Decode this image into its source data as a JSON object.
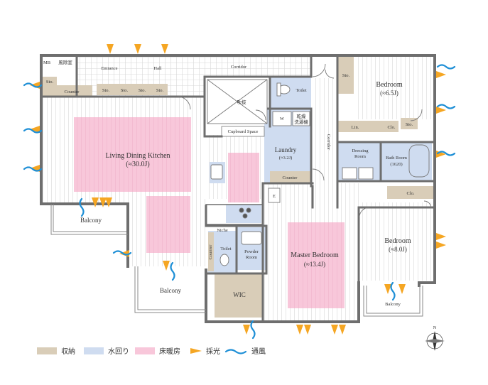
{
  "rooms": {
    "ldk_name": "Living Dining Kitchen",
    "ldk_size": "(≈30.0J)",
    "bedroom1_name": "Bedroom",
    "bedroom1_size": "(≈6.5J)",
    "bedroom2_name": "Bedroom",
    "bedroom2_size": "(≈8.0J)",
    "master_name": "Master Bedroom",
    "master_size": "(≈13.4J)",
    "laundry_name": "Laundry",
    "laundry_size": "(≈3.2J)",
    "bath_name": "Bath Room",
    "bath_size": "(1620)",
    "dressing_name": "Dressing",
    "dressing_name2": "Room",
    "powder_name": "Powder",
    "powder_name2": "Room",
    "toilet1": "Toilet",
    "toilet2": "Toilet",
    "wic": "WIC",
    "entrance": "Entrance",
    "hall": "Hall",
    "corridor_top": "Corridor",
    "corridor_vert": "Corridor",
    "cupboard": "Cupboard Space",
    "counter_entry": "Counter",
    "counter_laundry": "Counter",
    "counter_toilet": "Counter",
    "niche": "Niche",
    "balcony_left": "Balcony",
    "balcony_mid": "Balcony",
    "balcony_right": "Balcony",
    "mb": "MB",
    "fuujo": "風除室",
    "fukinuke": "吹抜",
    "kansou1": "乾燥",
    "kansou2": "洗濯機",
    "w": "W",
    "e": "E",
    "sto": "Sto.",
    "lin": "Lin.",
    "clo": "Clo."
  },
  "legend": {
    "storage": "収納",
    "water": "水回り",
    "floor_heating": "床暖房",
    "light": "採光",
    "ventilation": "通風"
  },
  "compass": "N",
  "colors": {
    "storage": "#d9cdb8",
    "water": "#cfdcf0",
    "floor_heating": "#f8c7da",
    "light": "#f5a623",
    "ventilation": "#1e8fd6",
    "wall": "#6e6e6e"
  }
}
